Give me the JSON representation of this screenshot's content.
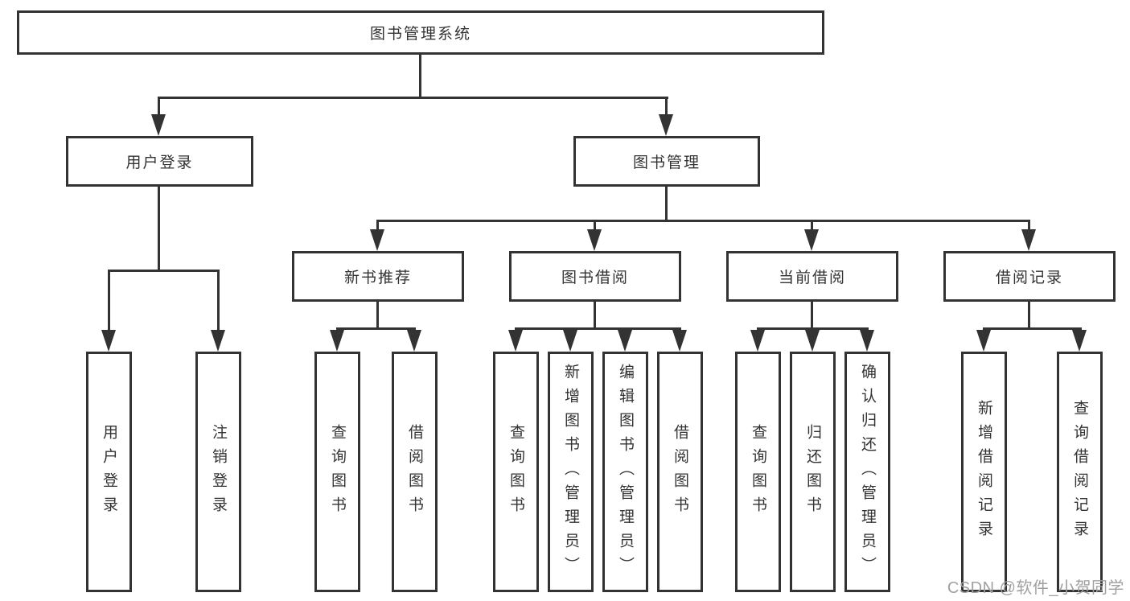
{
  "title": "图书管理系统",
  "watermark": "CSDN @软件_小贺同学",
  "colors": {
    "line": "#333333",
    "text": "#333333",
    "background": "#ffffff",
    "watermark": "#a0a0a0"
  },
  "branches": {
    "user_login": {
      "label": "用户登录",
      "leaves": [
        "用户登录",
        "注销登录"
      ]
    },
    "book_management": {
      "label": "图书管理",
      "sections": [
        {
          "label": "新书推荐",
          "leaves": [
            "查询图书",
            "借阅图书"
          ]
        },
        {
          "label": "图书借阅",
          "leaves": [
            "查询图书",
            "新增图书（管理员）",
            "编辑图书（管理员）",
            "借阅图书"
          ]
        },
        {
          "label": "当前借阅",
          "leaves": [
            "查询图书",
            "归还图书",
            "确认归还（管理员）"
          ]
        },
        {
          "label": "借阅记录",
          "leaves": [
            "新增借阅记录",
            "查询借阅记录"
          ]
        }
      ]
    }
  }
}
